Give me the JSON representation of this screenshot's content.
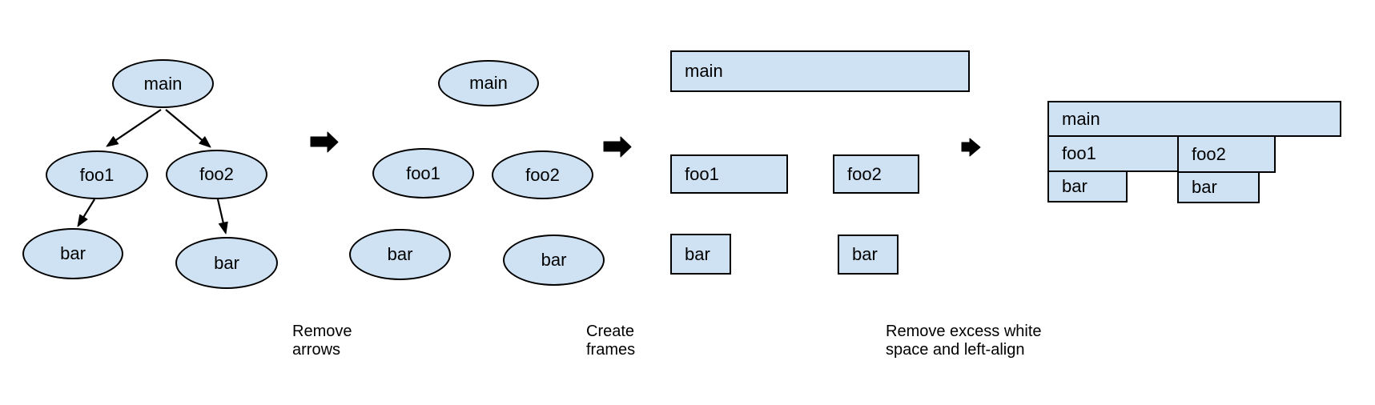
{
  "colors": {
    "node_fill": "#cfe2f3",
    "node_border": "#000000",
    "arrow": "#000000",
    "text": "#000000",
    "background": "#ffffff"
  },
  "stages": [
    {
      "id": "call-tree-with-arrows",
      "shape": "ellipse",
      "nodes": [
        {
          "id": "main",
          "label": "main"
        },
        {
          "id": "foo1",
          "label": "foo1"
        },
        {
          "id": "foo2",
          "label": "foo2"
        },
        {
          "id": "bar-left",
          "label": "bar"
        },
        {
          "id": "bar-right",
          "label": "bar"
        }
      ],
      "edges": [
        {
          "from": "main",
          "to": "foo1"
        },
        {
          "from": "main",
          "to": "foo2"
        },
        {
          "from": "foo1",
          "to": "bar-left"
        },
        {
          "from": "foo2",
          "to": "bar-right"
        }
      ]
    },
    {
      "id": "call-tree-no-arrows",
      "shape": "ellipse",
      "nodes": [
        {
          "id": "main",
          "label": "main"
        },
        {
          "id": "foo1",
          "label": "foo1"
        },
        {
          "id": "foo2",
          "label": "foo2"
        },
        {
          "id": "bar-left",
          "label": "bar"
        },
        {
          "id": "bar-right",
          "label": "bar"
        }
      ],
      "edges": []
    },
    {
      "id": "frames",
      "shape": "rect",
      "nodes": [
        {
          "id": "main",
          "label": "main"
        },
        {
          "id": "foo1",
          "label": "foo1"
        },
        {
          "id": "foo2",
          "label": "foo2"
        },
        {
          "id": "bar-left",
          "label": "bar"
        },
        {
          "id": "bar-right",
          "label": "bar"
        }
      ],
      "edges": []
    },
    {
      "id": "flame-graph",
      "shape": "rect",
      "nodes": [
        {
          "id": "main",
          "label": "main"
        },
        {
          "id": "foo1",
          "label": "foo1"
        },
        {
          "id": "foo2",
          "label": "foo2"
        },
        {
          "id": "bar-left",
          "label": "bar"
        },
        {
          "id": "bar-right",
          "label": "bar"
        }
      ],
      "edges": []
    }
  ],
  "transitions": [
    {
      "caption": "Remove\narrows"
    },
    {
      "caption": "Create\nframes"
    },
    {
      "caption": "Remove excess white\nspace and left-align"
    }
  ]
}
